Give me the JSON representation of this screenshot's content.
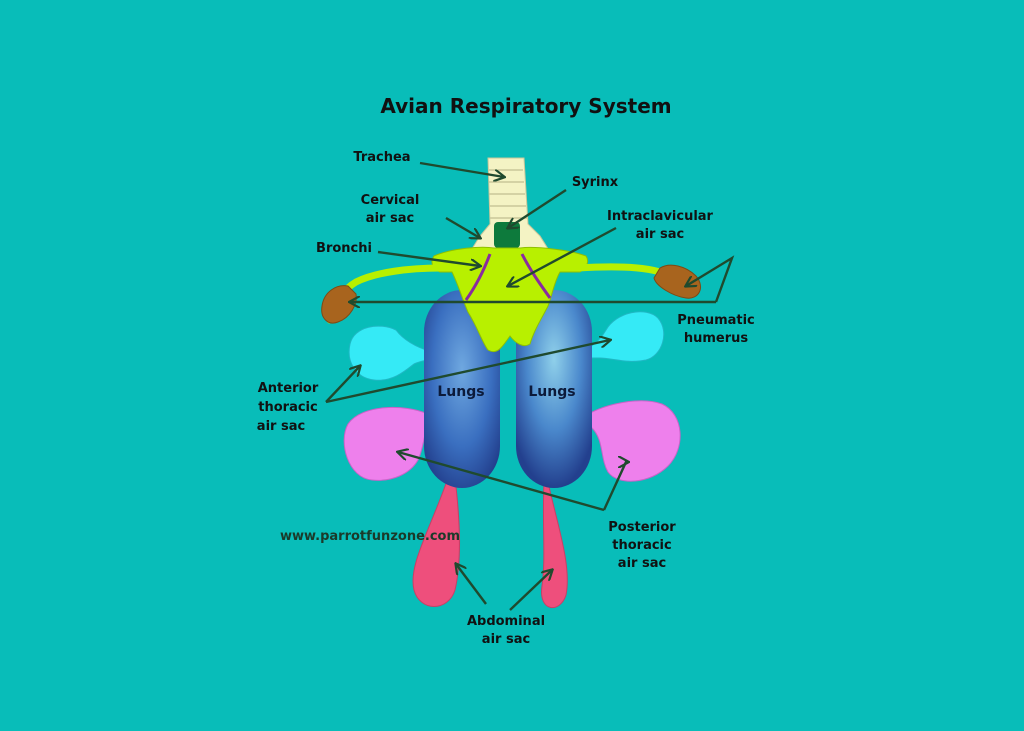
{
  "title": "Avian Respiratory System",
  "labels": {
    "trachea": "Trachea",
    "syrinx": "Syrinx",
    "cervical_1": "Cervical",
    "cervical_2": "air sac",
    "intraclavicular_1": "Intraclavicular",
    "intraclavicular_2": "air sac",
    "bronchi": "Bronchi",
    "pneumatic_1": "Pneumatic",
    "pneumatic_2": "humerus",
    "anterior_1": "Anterior",
    "anterior_2": "thoracic",
    "anterior_3": "air sac",
    "lungs_left": "Lungs",
    "lungs_right": "Lungs",
    "posterior_1": "Posterior",
    "posterior_2": "thoracic",
    "posterior_3": "air sac",
    "abdominal_1": "Abdominal",
    "abdominal_2": "air sac",
    "website": "www.parrotfunzone.com"
  },
  "colors": {
    "background": "#08bdb9",
    "trachea": "#f4f3c4",
    "syrinx": "#0d7a3c",
    "intraclavicular_sac": "#b8f000",
    "bronchi": "#b8f000",
    "bronchi_stripe": "#8a2aa0",
    "humerus": "#a8641e",
    "lung": "#3a6fc0",
    "anterior_sac": "#35eaf6",
    "posterior_sac": "#ee80ec",
    "abdominal_sac": "#ee4f7c",
    "arrow": "#1f4a2e"
  }
}
